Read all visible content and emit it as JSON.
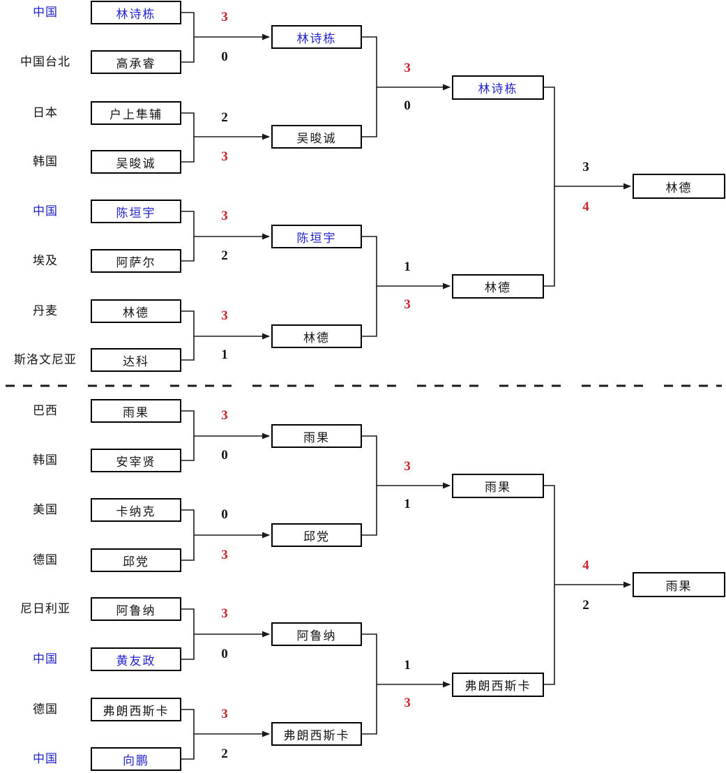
{
  "colors": {
    "chinese_text": "#2323cb",
    "winner_score": "#cc2229",
    "text": "#141414",
    "line": "#1a1a1a",
    "background": "#ffffff"
  },
  "top_half": {
    "round1": [
      {
        "country": "中国",
        "player": "林诗栋",
        "score": "3",
        "chinese": true
      },
      {
        "country": "中国台北",
        "player": "高承睿",
        "score": "0"
      },
      {
        "country": "日本",
        "player": "户上隼辅",
        "score": "2"
      },
      {
        "country": "韩国",
        "player": "吴晙诚",
        "score": "3"
      },
      {
        "country": "中国",
        "player": "陈垣宇",
        "score": "3",
        "chinese": true
      },
      {
        "country": "埃及",
        "player": "阿萨尔",
        "score": "2"
      },
      {
        "country": "丹麦",
        "player": "林德",
        "score": "3"
      },
      {
        "country": "斯洛文尼亚",
        "player": "达科",
        "score": "1"
      }
    ],
    "quarterfinal_winners": [
      {
        "player": "林诗栋",
        "score": "3",
        "chinese": true
      },
      {
        "player": "吴晙诚",
        "score": "0"
      },
      {
        "player": "陈垣宇",
        "score": "1",
        "chinese": true
      },
      {
        "player": "林德",
        "score": "3"
      }
    ],
    "semifinal_winners": [
      {
        "player": "林诗栋",
        "score": "3",
        "chinese": true
      },
      {
        "player": "林德",
        "score": "4"
      }
    ],
    "champion": {
      "player": "林德"
    }
  },
  "bottom_half": {
    "round1": [
      {
        "country": "巴西",
        "player": "雨果",
        "score": "3"
      },
      {
        "country": "韩国",
        "player": "安宰贤",
        "score": "0"
      },
      {
        "country": "美国",
        "player": "卡纳克",
        "score": "0"
      },
      {
        "country": "德国",
        "player": "邱党",
        "score": "3"
      },
      {
        "country": "尼日利亚",
        "player": "阿鲁纳",
        "score": "3"
      },
      {
        "country": "中国",
        "player": "黄友政",
        "score": "0",
        "chinese": true
      },
      {
        "country": "德国",
        "player": "弗朗西斯卡",
        "score": "3"
      },
      {
        "country": "中国",
        "player": "向鹏",
        "score": "2",
        "chinese": true
      }
    ],
    "quarterfinal_winners": [
      {
        "player": "雨果",
        "score": "3"
      },
      {
        "player": "邱党",
        "score": "1"
      },
      {
        "player": "阿鲁纳",
        "score": "1"
      },
      {
        "player": "弗朗西斯卡",
        "score": "3"
      }
    ],
    "semifinal_winners": [
      {
        "player": "雨果",
        "score": "4"
      },
      {
        "player": "弗朗西斯卡",
        "score": "2"
      }
    ],
    "champion": {
      "player": "雨果"
    }
  }
}
